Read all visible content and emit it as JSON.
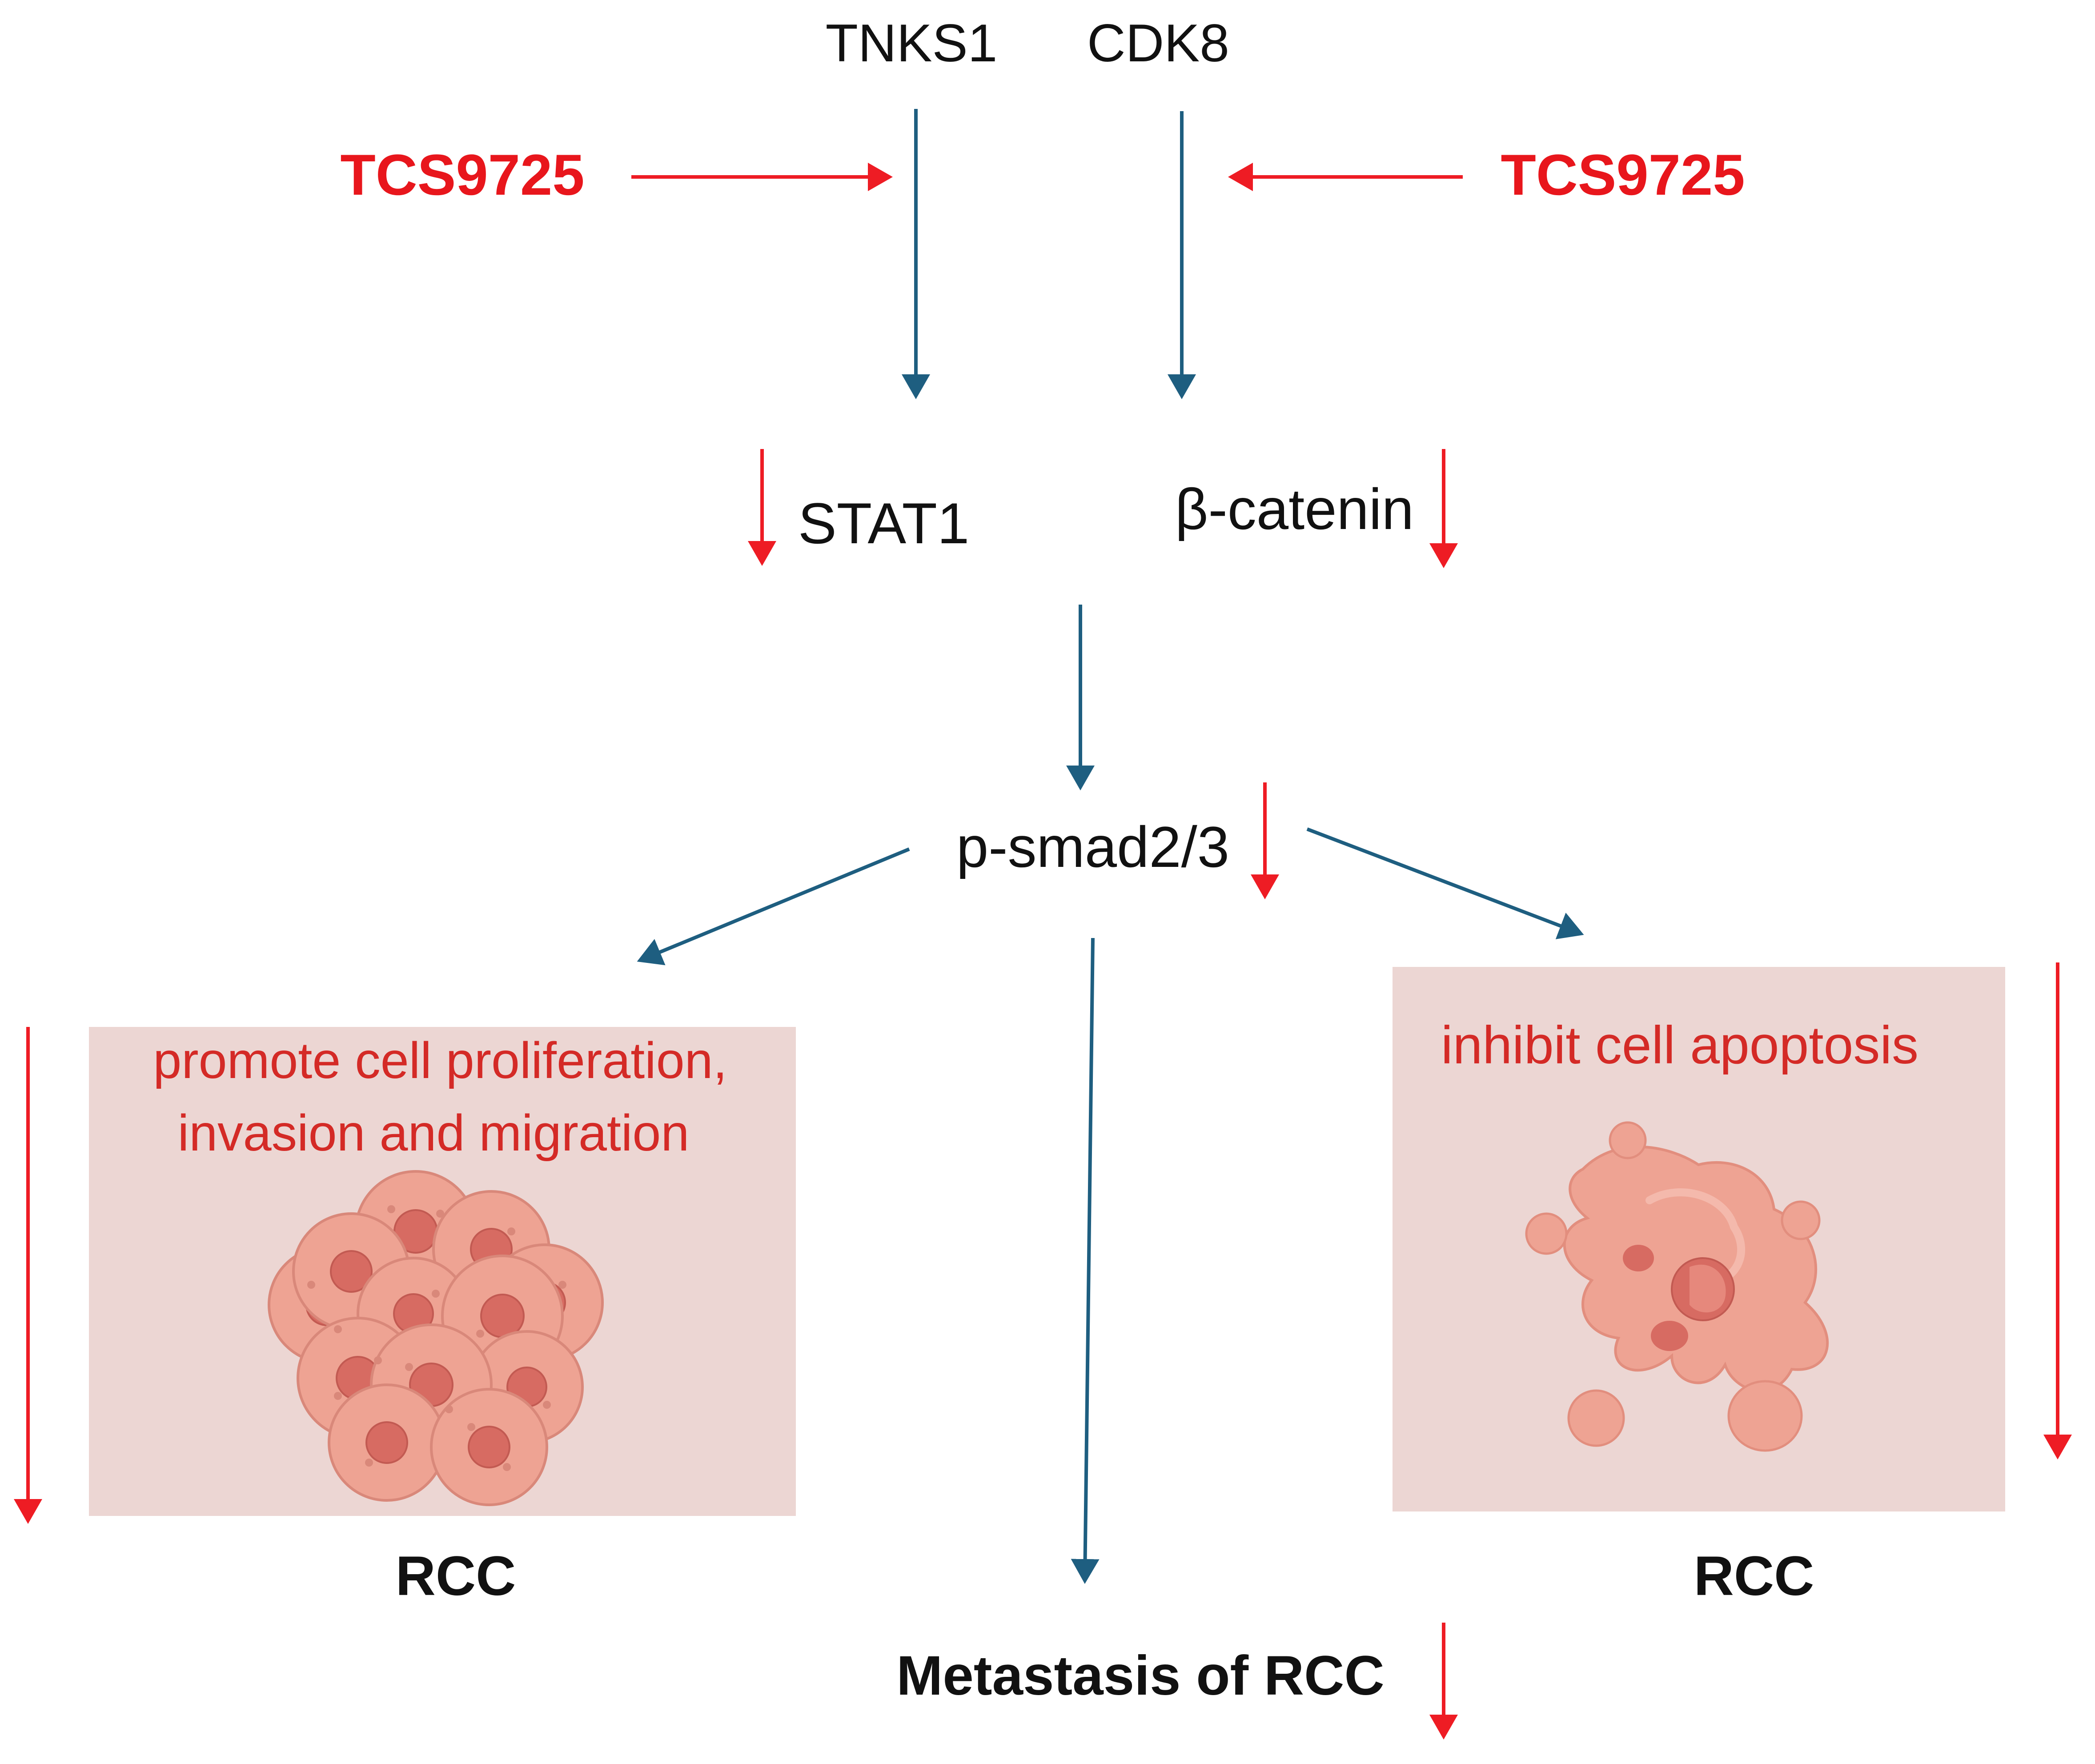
{
  "nodes": {
    "tnks1": "TNKS1",
    "cdk8": "CDK8",
    "inhibitor_left": "TCS9725",
    "inhibitor_right": "TCS9725",
    "stat1": "STAT1",
    "beta_catenin": "β-catenin",
    "psmad": "p-smad2/3",
    "metastasis": "Metastasis of RCC"
  },
  "left_panel": {
    "line1": "promote cell proliferation,",
    "line2": "invasion and migration",
    "caption": "RCC"
  },
  "right_panel": {
    "line1": "inhibit cell apoptosis",
    "caption": "RCC"
  },
  "colors": {
    "pathway_arrow": "#1e5e80",
    "inhibition_arrow": "#ee1c24",
    "inhibitor_text": "#e8161c",
    "panel_fill": "#ecd6d3",
    "panel_text": "#d42a26",
    "cell_fill": "#eea393"
  }
}
